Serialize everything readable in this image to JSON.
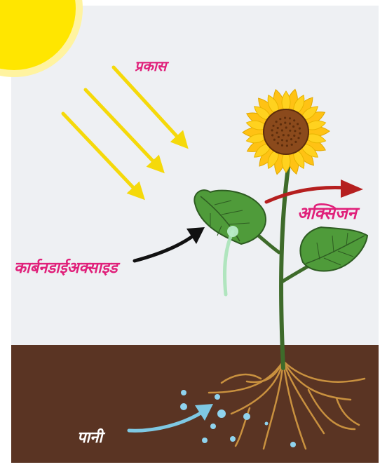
{
  "labels": {
    "light": "प्रकास",
    "oxygen": "अक्सिजन",
    "carbon_dioxide": "कार्बनडाईअक्साइड",
    "water": "पानी"
  },
  "colors": {
    "sky": "#eef0f3",
    "sun": "#ffe600",
    "light_rays": "#f5d90a",
    "soil": "#5a3423",
    "label_magenta": "#e0207a",
    "label_water": "#ffffff",
    "oxygen_arrow": "#b51f1f",
    "co2_arrow": "#111111",
    "water_arrow": "#7ec8e3",
    "stem": "#3e6b2a",
    "leaf": "#4f9b3a",
    "leaf_dark": "#2e5c22",
    "petal": "#ffd21f",
    "flower_center": "#8b4a1c",
    "roots": "#c9913f",
    "water_drops": "#8fd3ee"
  }
}
